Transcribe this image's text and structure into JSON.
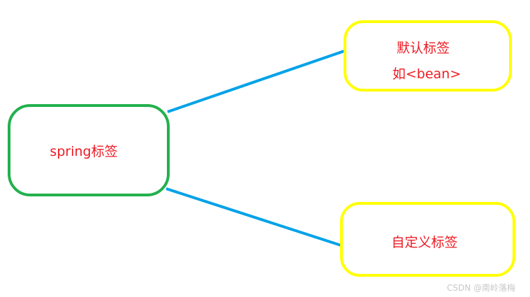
{
  "nodes": {
    "root": {
      "label": "spring标签",
      "border_color": "#22b14c"
    },
    "default": {
      "line1": "默认标签",
      "line2": "如<bean>",
      "border_color": "#ffff00"
    },
    "custom": {
      "label": "自定义标签",
      "border_color": "#ffff00"
    }
  },
  "edge_color": "#00a2e8",
  "text_color": "#ed1c24",
  "watermark": "CSDN @南岭落梅"
}
